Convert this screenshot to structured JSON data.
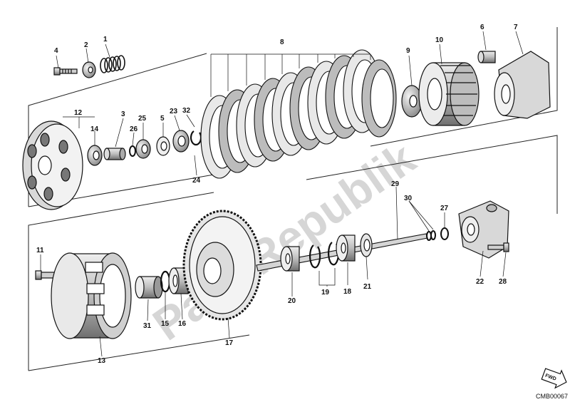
{
  "watermark": "PartsRepublik",
  "drawing_code": "CMB00067",
  "fwd_label": "FWD",
  "callouts": [
    {
      "id": "c1",
      "text": "1"
    },
    {
      "id": "c2",
      "text": "2"
    },
    {
      "id": "c3",
      "text": "3"
    },
    {
      "id": "c4",
      "text": "4"
    },
    {
      "id": "c5",
      "text": "5"
    },
    {
      "id": "c6",
      "text": "6"
    },
    {
      "id": "c7",
      "text": "7"
    },
    {
      "id": "c8",
      "text": "8"
    },
    {
      "id": "c9",
      "text": "9"
    },
    {
      "id": "c10",
      "text": "10"
    },
    {
      "id": "c11",
      "text": "11"
    },
    {
      "id": "c12",
      "text": "12"
    },
    {
      "id": "c13",
      "text": "13"
    },
    {
      "id": "c14",
      "text": "14"
    },
    {
      "id": "c15",
      "text": "15"
    },
    {
      "id": "c16",
      "text": "16"
    },
    {
      "id": "c17",
      "text": "17"
    },
    {
      "id": "c18",
      "text": "18"
    },
    {
      "id": "c19",
      "text": "19"
    },
    {
      "id": "c20",
      "text": "20"
    },
    {
      "id": "c21",
      "text": "21"
    },
    {
      "id": "c22",
      "text": "22"
    },
    {
      "id": "c23",
      "text": "23"
    },
    {
      "id": "c24",
      "text": "24"
    },
    {
      "id": "c25",
      "text": "25"
    },
    {
      "id": "c26",
      "text": "26"
    },
    {
      "id": "c27",
      "text": "27"
    },
    {
      "id": "c28",
      "text": "28"
    },
    {
      "id": "c29",
      "text": "29"
    },
    {
      "id": "c30",
      "text": "30"
    },
    {
      "id": "c31",
      "text": "31"
    },
    {
      "id": "c32",
      "text": "32"
    }
  ]
}
